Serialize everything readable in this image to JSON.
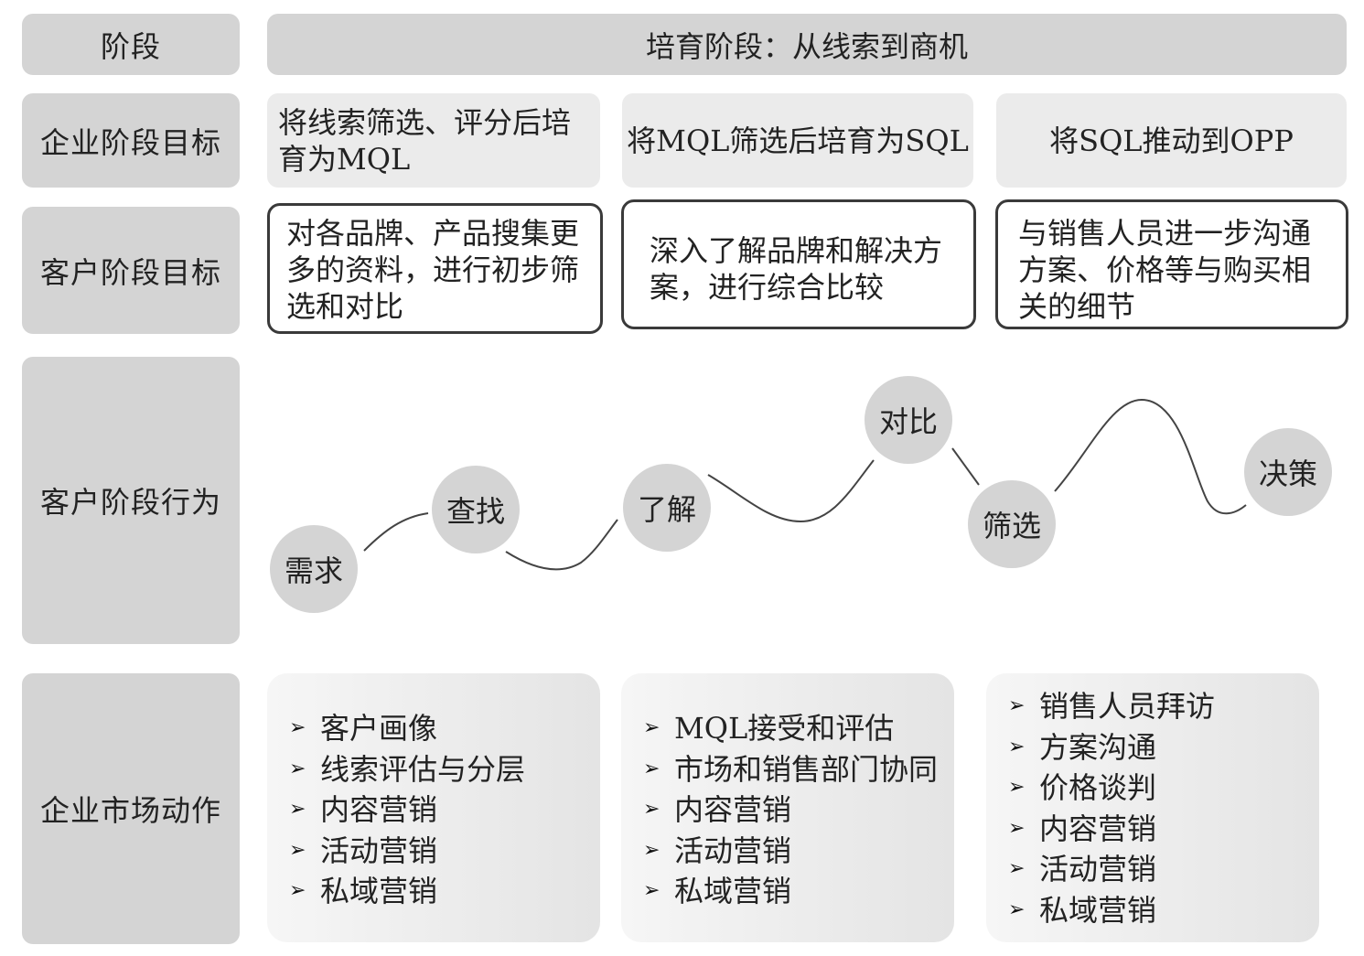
{
  "row_labels": {
    "stage": "阶段",
    "enterprise_goal": "企业阶段目标",
    "customer_goal": "客户阶段目标",
    "customer_behavior": "客户阶段行为",
    "market_actions": "企业市场动作"
  },
  "stage_title": "培育阶段：从线索到商机",
  "enterprise_goals": [
    "将线索筛选、评分后培育为MQL",
    "将MQL筛选后培育为SQL",
    "将SQL推动到OPP"
  ],
  "customer_goals": [
    "对各品牌、产品搜集更多的资料，进行初步筛选和对比",
    "深入了解品牌和解决方案，进行综合比较",
    "与销售人员进一步沟通方案、价格等与购买相关的细节"
  ],
  "behavior_nodes": [
    "需求",
    "查找",
    "了解",
    "对比",
    "筛选",
    "决策"
  ],
  "actions": [
    [
      "客户画像",
      "线索评估与分层",
      "内容营销",
      "活动营销",
      "私域营销"
    ],
    [
      "MQL接受和评估",
      "市场和销售部门协同",
      "内容营销",
      "活动营销",
      "私域营销"
    ],
    [
      "销售人员拜访",
      "方案沟通",
      "价格谈判",
      "内容营销",
      "活动营销",
      "私域营销"
    ]
  ],
  "bullet_icon": "arrowhead-bullet-icon",
  "colors": {
    "label_bg": "#d4d4d4",
    "goal_bg": "#ebebeb",
    "card_border": "#3a3a3a",
    "node_bg": "#d4d4d4",
    "curve": "#444444"
  }
}
